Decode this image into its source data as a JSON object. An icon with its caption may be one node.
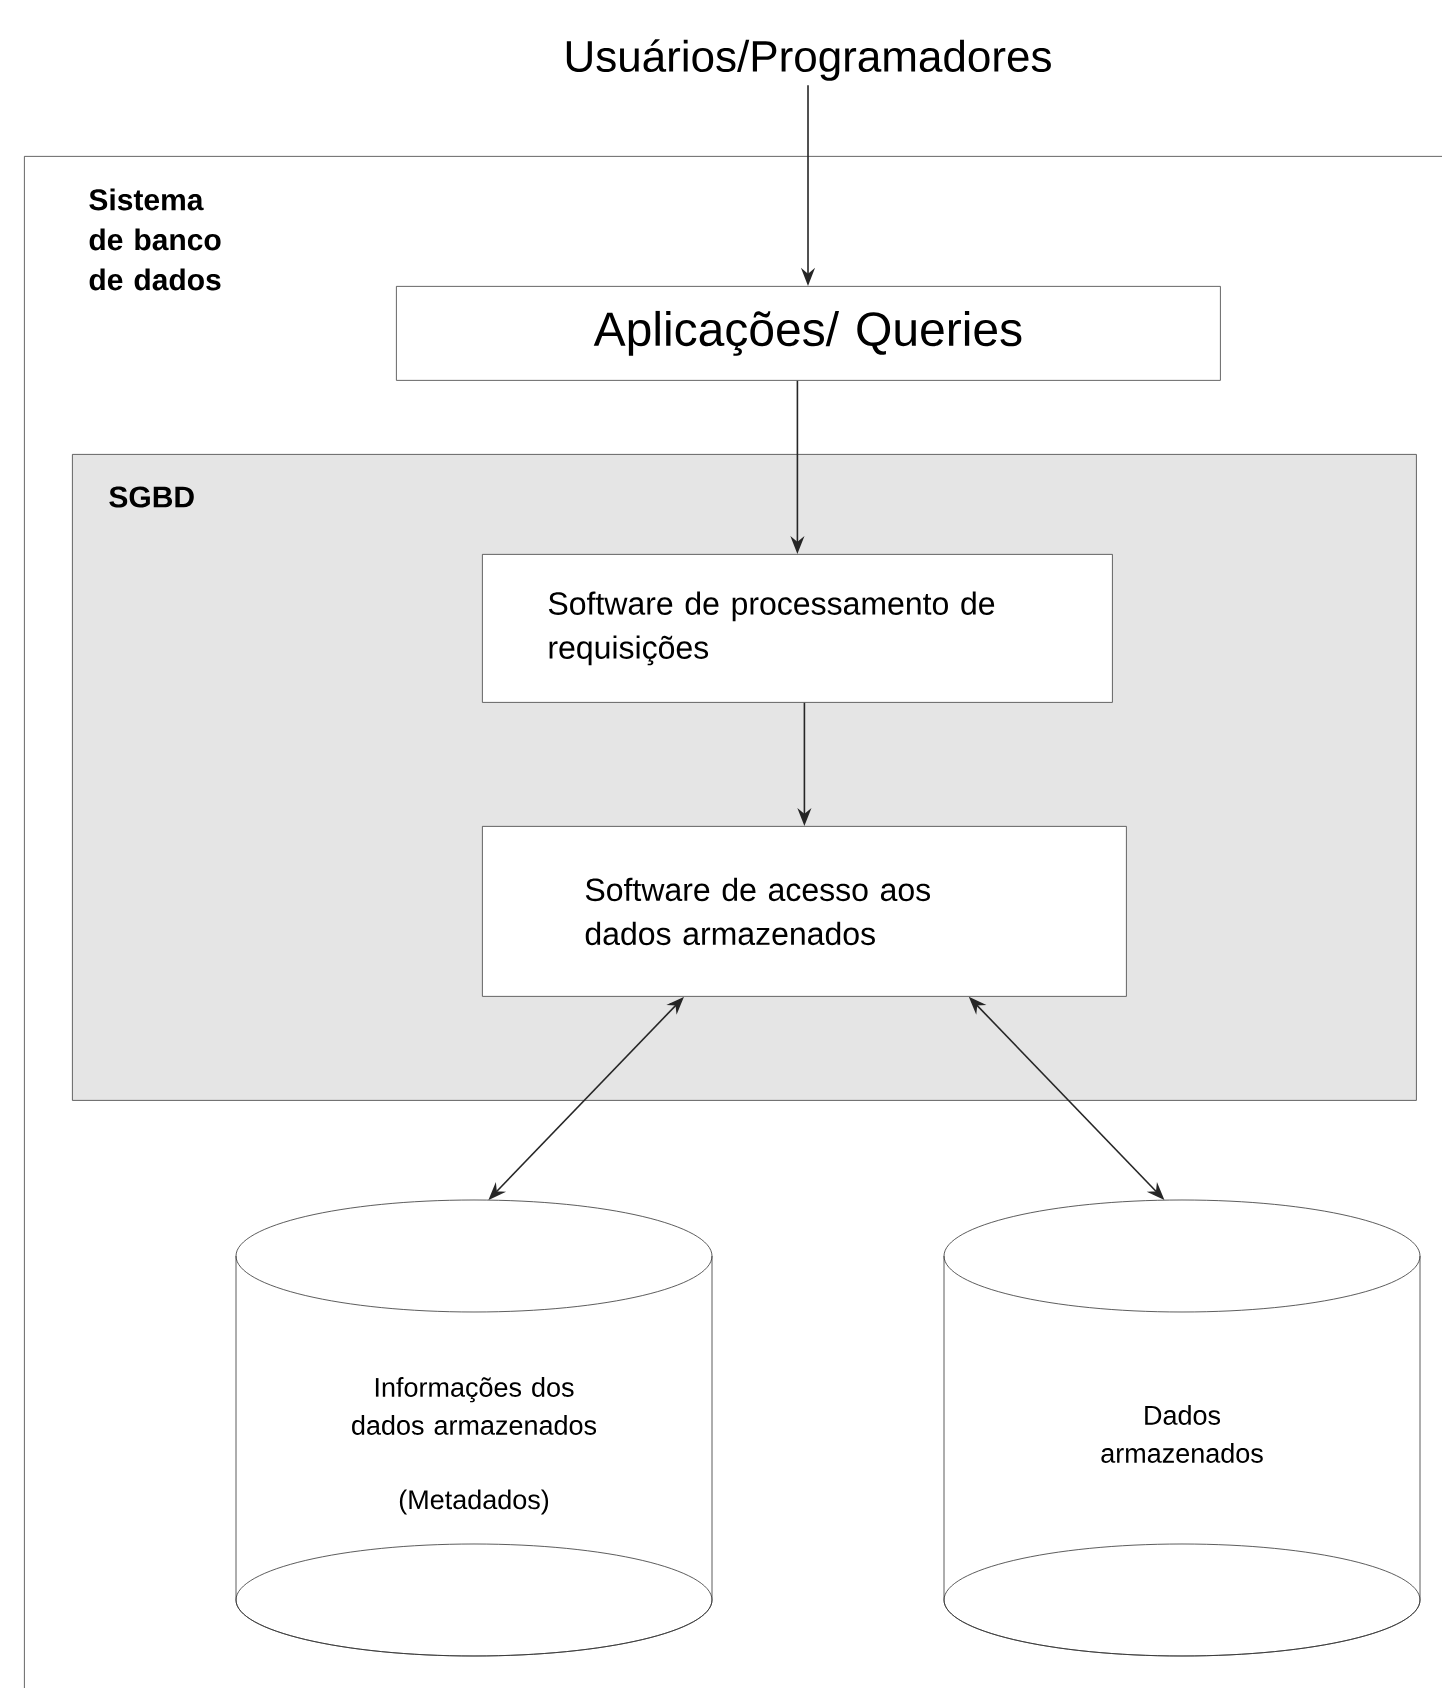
{
  "diagram": {
    "nodes": [
      {
        "text": [
          "Usuários/Programadores"
        ]
      },
      {
        "text": [
          "Sistema de banco de dados"
        ]
      },
      {
        "text": [
          "Aplicações/ Queries"
        ],
        "in": 1
      },
      {
        "text": [
          "SGBD"
        ],
        "in": 1
      },
      {
        "text": [
          "Software de processamento de requisições"
        ],
        "in": 3
      },
      {
        "text": [
          "Software de acesso aos dados armazenados"
        ],
        "in": 3
      },
      {
        "text": [
          "Informações dos dados armazenados",
          "(Metadados)"
        ],
        "in": 1
      },
      {
        "text": [
          "Dados armazenados"
        ],
        "in": 1
      }
    ],
    "edges": [
      {
        "from": 0,
        "to": 2,
        "arrow": "to"
      },
      {
        "from": 2,
        "to": 4,
        "arrow": "to"
      },
      {
        "from": 4,
        "to": 5,
        "arrow": "to"
      },
      {
        "from": 5,
        "to": 6,
        "arrow": "both"
      },
      {
        "from": 5,
        "to": 7,
        "arrow": "both"
      }
    ]
  }
}
